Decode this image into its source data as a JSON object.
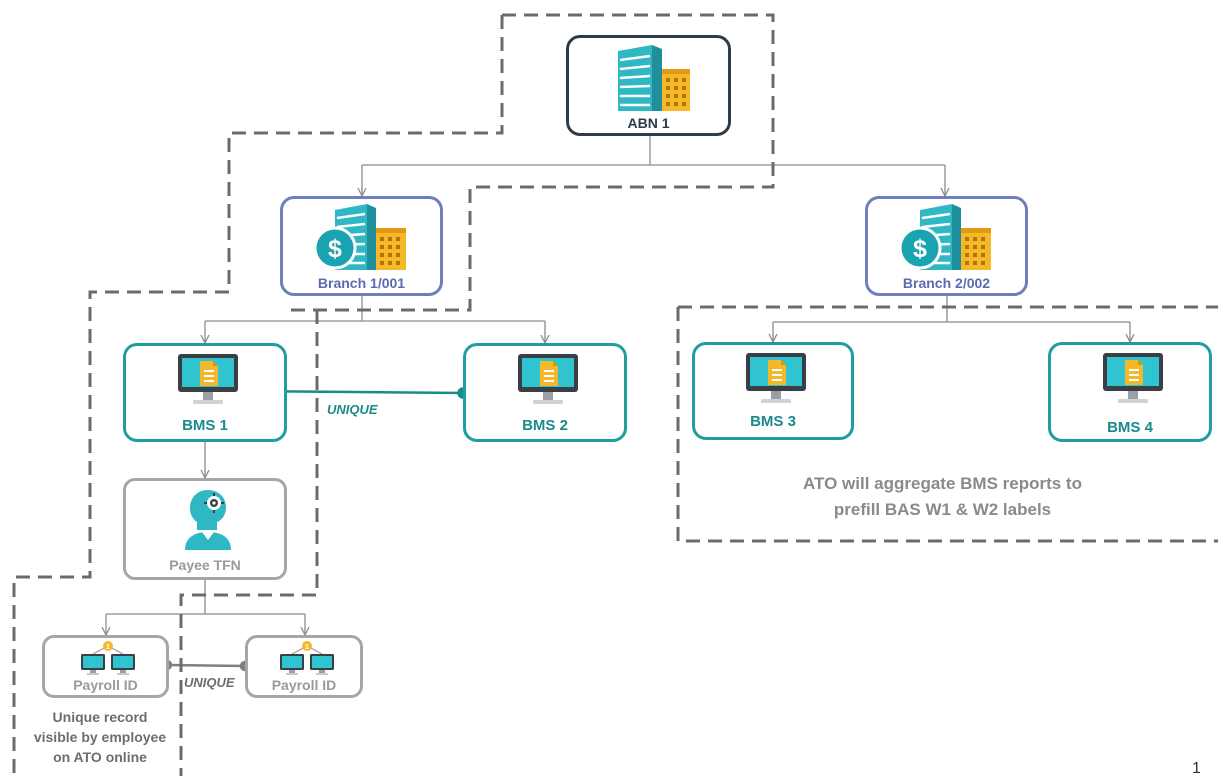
{
  "nodes": {
    "abn": "ABN 1",
    "branch1": "Branch 1/001",
    "branch2": "Branch 2/002",
    "bms1": "BMS 1",
    "bms2": "BMS 2",
    "bms3": "BMS 3",
    "bms4": "BMS 4",
    "payee": "Payee TFN",
    "payroll1": "Payroll ID",
    "payroll2": "Payroll ID"
  },
  "links": {
    "unique_bms": "UNIQUE",
    "unique_payroll": "UNIQUE"
  },
  "notes": {
    "ato_line1": "ATO will aggregate BMS reports to",
    "ato_line2": "prefill BAS W1 & W2 labels",
    "employee_line1": "Unique record",
    "employee_line2": "visible by employee",
    "employee_line3": "on ATO online"
  },
  "page_number": "1",
  "colors": {
    "abn_border": "#2e3c49",
    "branch_border": "#6e7fbf",
    "bms_border": "#1e9e9e",
    "grey_border": "#a6a6a6",
    "dashed_line": "#6b6b6b"
  },
  "icons": {
    "abn": "office-buildings-icon",
    "branch": "buildings-dollar-icon",
    "bms": "monitor-document-icon",
    "payee": "person-gear-icon",
    "payroll": "networked-computers-icon"
  }
}
